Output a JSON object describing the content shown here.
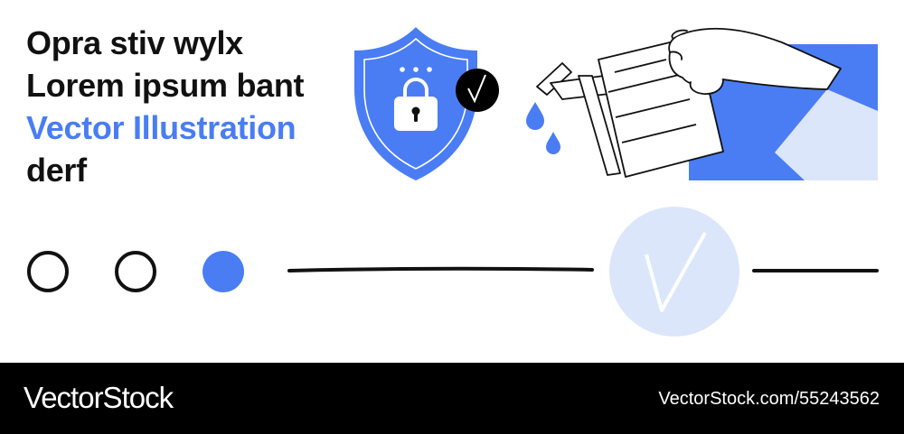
{
  "headline": {
    "line1": "Opra stiv wylx",
    "line2": "Lorem ipsum bant",
    "line3": "Vector Illustration",
    "line4": "derf"
  },
  "illustration": {
    "icons": [
      "shield-lock-icon",
      "checkmark-badge-icon",
      "watering-can-icon",
      "water-drop-icon",
      "document-icon",
      "hand-icon",
      "large-check-circle-icon"
    ],
    "progress_steps": {
      "total": 3,
      "filled_index": 2
    }
  },
  "colors": {
    "accent": "#4a7df4",
    "light_accent": "#dce6fb",
    "ink": "#111111",
    "footer_bg": "#000000"
  },
  "footer": {
    "brand": "VectorStock",
    "url": "VectorStock.com/55243562"
  }
}
